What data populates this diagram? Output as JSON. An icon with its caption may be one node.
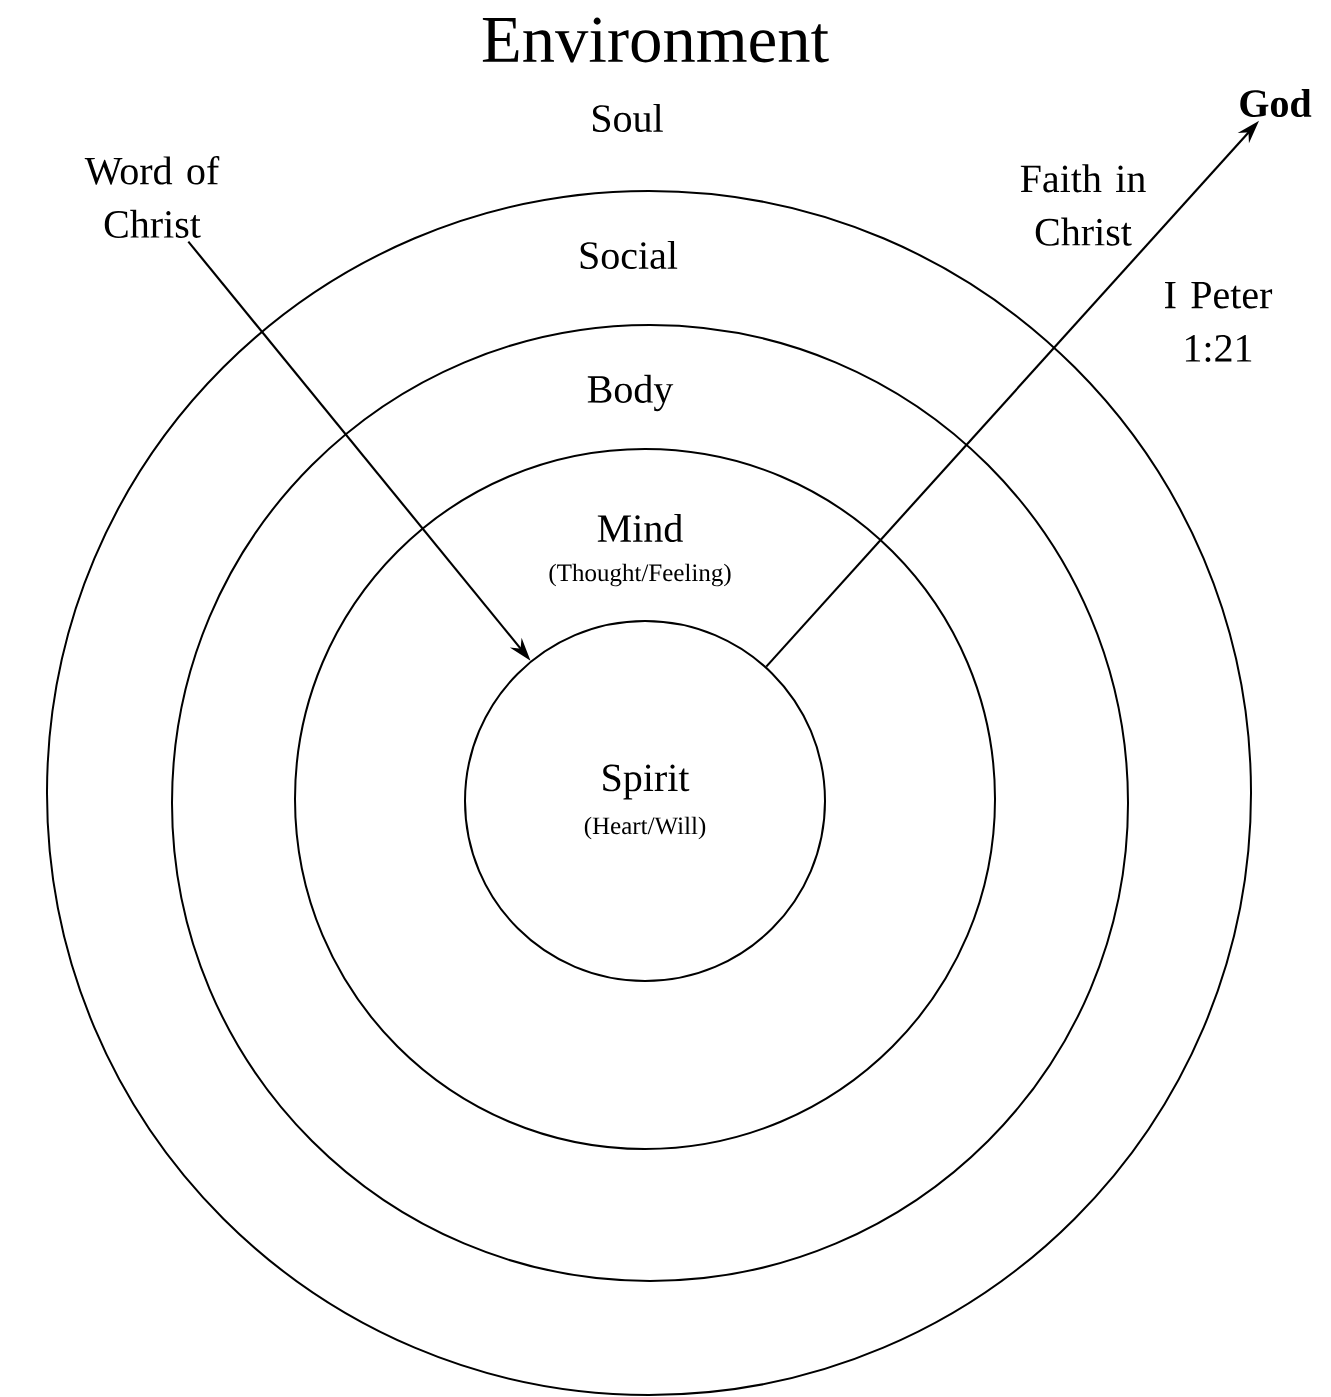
{
  "diagram": {
    "title": "Environment",
    "nodes": [
      {
        "text": [
          "Social"
        ]
      },
      {
        "text": [
          "Body"
        ],
        "in": 0
      },
      {
        "text": [
          "Mind",
          "(Thought/Feeling)"
        ],
        "in": 1
      },
      {
        "text": [
          "Spirit",
          "(Heart/Will)"
        ],
        "in": 2
      },
      {
        "text": [
          "Word of Christ"
        ]
      },
      {
        "text": [
          "God"
        ]
      }
    ],
    "edges": [
      {
        "from": 4,
        "to": 3,
        "arrow": "to"
      },
      {
        "from": 3,
        "to": 5,
        "arrow": "to",
        "label": "Faith in Christ"
      }
    ],
    "labels": [
      "Soul",
      "I Peter 1:21"
    ]
  }
}
